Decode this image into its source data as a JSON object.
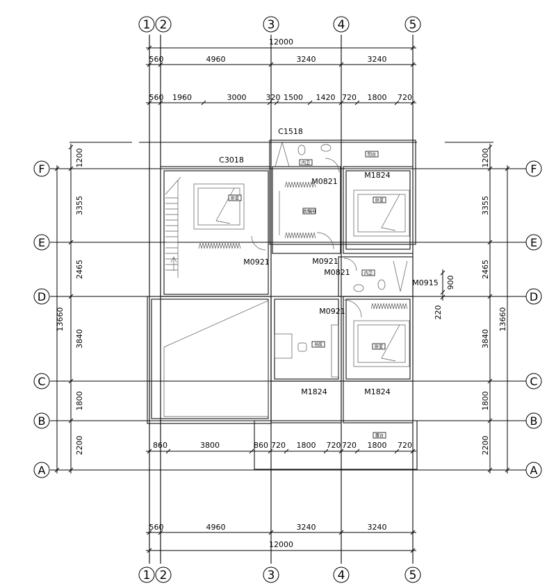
{
  "axes": {
    "vertical": [
      "1",
      "2",
      "3",
      "4",
      "5"
    ],
    "horizontal": [
      "F",
      "E",
      "D",
      "C",
      "B",
      "A"
    ]
  },
  "dimensions": {
    "top_total": "12000",
    "top_chain_1": [
      "560",
      "4960",
      "3240",
      "3240"
    ],
    "top_chain_2": [
      "560",
      "1960",
      "3000",
      "320",
      "1500",
      "1420",
      "720",
      "1800",
      "720"
    ],
    "bottom_inner_chain": [
      "860",
      "3800",
      "860",
      "720",
      "1800",
      "720",
      "720",
      "1800",
      "720"
    ],
    "bottom_chain": [
      "560",
      "4960",
      "3240",
      "3240"
    ],
    "bottom_total": "12000",
    "left_chain": [
      "1200",
      "3355",
      "2465",
      "3840",
      "1800",
      "2200"
    ],
    "left_total": "13660",
    "right_chain": [
      "1200",
      "3355",
      "2465",
      "3840",
      "1800",
      "2200"
    ],
    "right_total": "13660",
    "window_detail": [
      "900",
      "220"
    ]
  },
  "openings": [
    "C3018",
    "C1518",
    "M0821",
    "M1824",
    "M0921",
    "M0921",
    "M0821",
    "M0915",
    "M0921",
    "M1824",
    "M1824"
  ],
  "rooms": [
    "内卫",
    "阳台",
    "卧室",
    "衣帽间",
    "卧室",
    "内卫",
    "书房",
    "卧室",
    "露台"
  ]
}
